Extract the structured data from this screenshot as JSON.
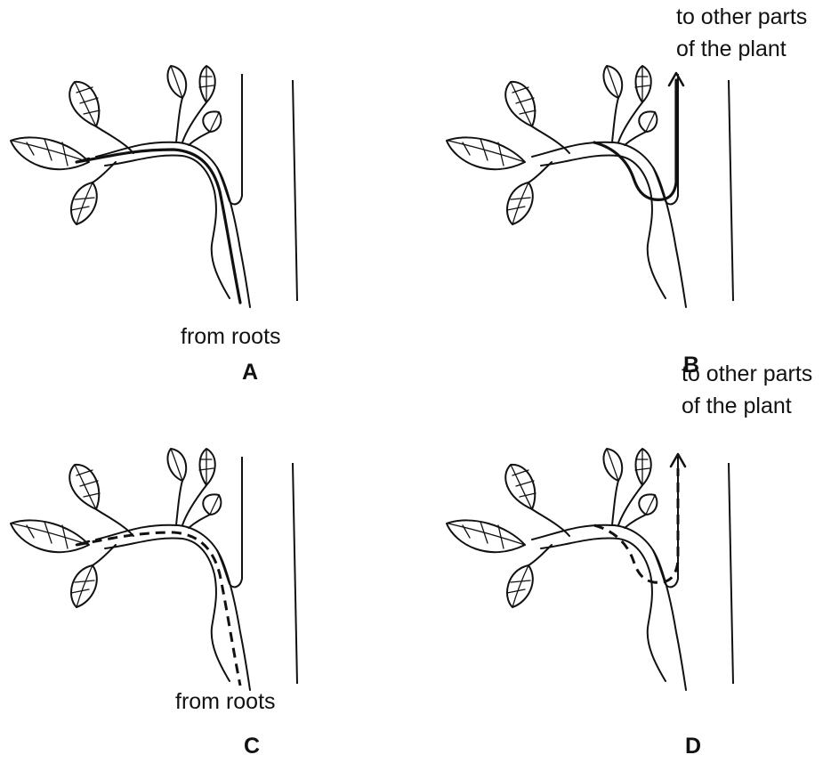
{
  "panels": [
    {
      "id": "A",
      "letter": "A",
      "flow": "solid-up",
      "source_label": "from roots",
      "dest_line1": "",
      "dest_line2": ""
    },
    {
      "id": "B",
      "letter": "B",
      "flow": "solid-out",
      "source_label": "",
      "dest_line1": "to other parts",
      "dest_line2": "of the plant"
    },
    {
      "id": "C",
      "letter": "C",
      "flow": "dashed-up",
      "source_label": "from roots",
      "dest_line1": "",
      "dest_line2": ""
    },
    {
      "id": "D",
      "letter": "D",
      "flow": "dashed-out",
      "source_label": "",
      "dest_line1": "to other parts",
      "dest_line2": "of the plant"
    }
  ]
}
